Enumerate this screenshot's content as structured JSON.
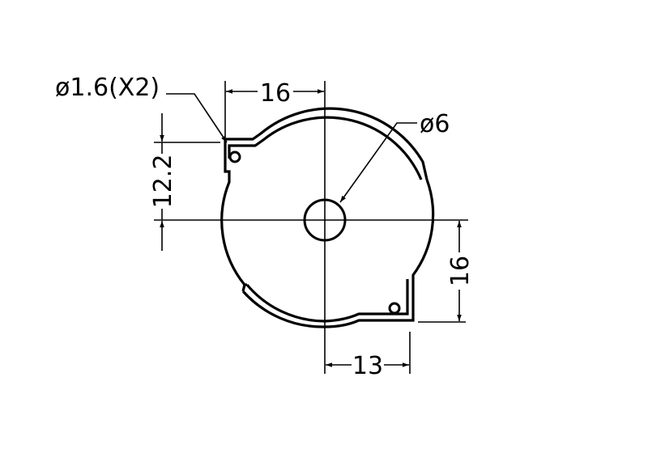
{
  "drawing": {
    "hole_callout": "ø1.6(X2)",
    "center_hole_callout": "ø6",
    "dim_top_width": "16",
    "dim_left_height": "12.2",
    "dim_right_height": "16",
    "dim_bottom_width": "13"
  },
  "colors": {
    "line": "#000000",
    "background": "#ffffff"
  }
}
